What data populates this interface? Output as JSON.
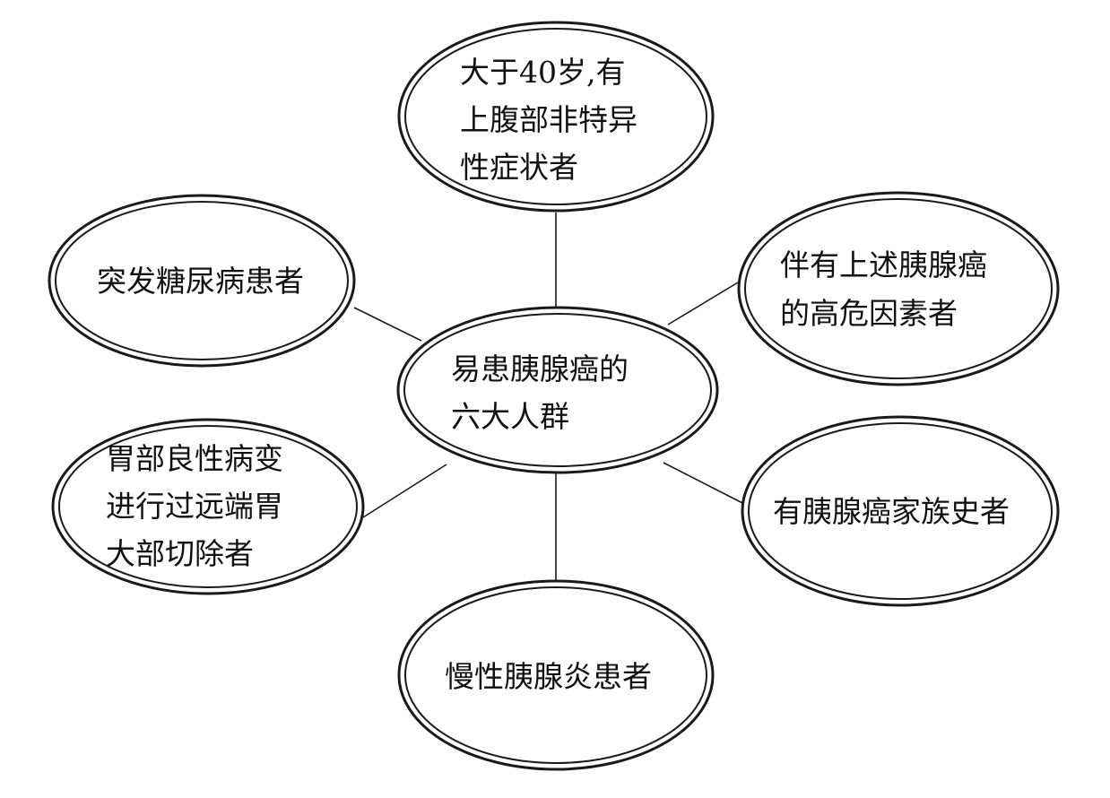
{
  "center": {
    "lines": [
      "易患胰腺癌的",
      "六大人群"
    ]
  },
  "nodes": [
    {
      "id": "age-over-40",
      "lines": [
        "大于40岁,有",
        "上腹部非特异",
        "性症状者"
      ]
    },
    {
      "id": "sudden-diabetes",
      "lines": [
        "突发糖尿病患者"
      ]
    },
    {
      "id": "high-risk-factors",
      "lines": [
        "伴有上述胰腺癌",
        "的高危因素者"
      ]
    },
    {
      "id": "gastrectomy",
      "lines": [
        "胃部良性病变",
        "进行过远端胃",
        "大部切除者"
      ]
    },
    {
      "id": "family-history",
      "lines": [
        "有胰腺癌家族史者"
      ]
    },
    {
      "id": "chronic-pancreatitis",
      "lines": [
        "慢性胰腺炎患者"
      ]
    }
  ]
}
